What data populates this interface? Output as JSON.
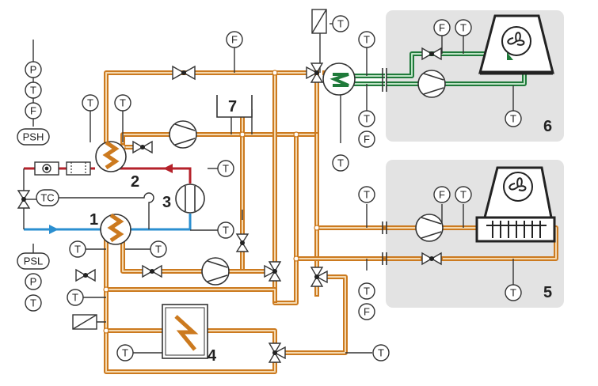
{
  "labels": {
    "T": "T",
    "F": "F",
    "P": "P",
    "TC": "TC",
    "PSH": "PSH",
    "PSL": "PSL"
  },
  "components": {
    "evaporator": "1",
    "condenser": "2",
    "compressor": "3",
    "heater": "4",
    "consumer_5": "5",
    "consumer_6": "6",
    "tank": "7"
  },
  "colors": {
    "pipe_main": "#cc7a1f",
    "pipe_secondary": "#1f7a3a",
    "refrigerant_hot": "#b5222b",
    "refrigerant_cold": "#2b8fd0",
    "panel_bg": "#e3e3e3"
  }
}
